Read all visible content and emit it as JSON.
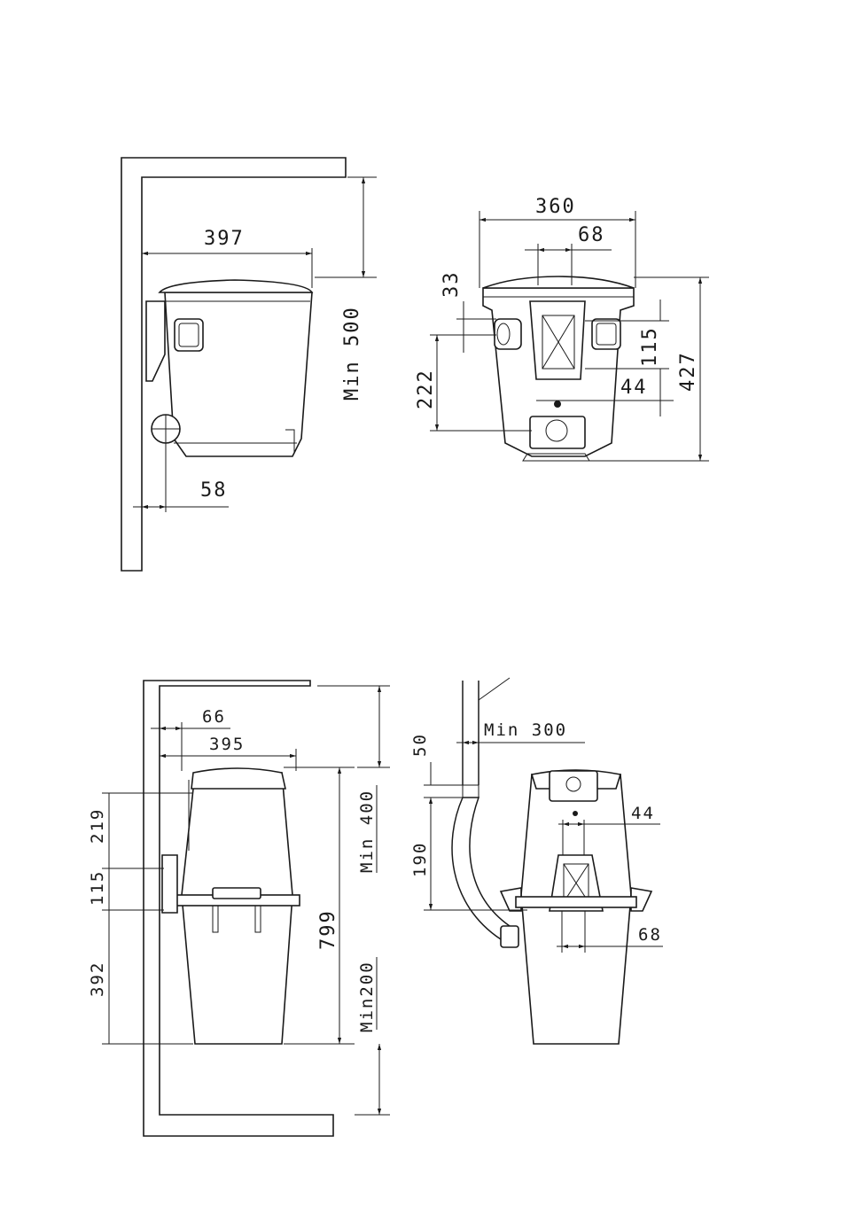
{
  "view_top_side": {
    "width_397": "397",
    "offset_58": "58",
    "clearance_min_500": "Min 500"
  },
  "view_top_front": {
    "width_360": "360",
    "inlet_68": "68",
    "top_33": "33",
    "inlet_115": "115",
    "inlet_44": "44",
    "height_427": "427",
    "height_222": "222"
  },
  "view_bottom_side": {
    "offset_66": "66",
    "width_395": "395",
    "height_219": "219",
    "height_115": "115",
    "height_392": "392",
    "height_799": "799",
    "clearance_min_400": "Min 400",
    "clearance_min_200": "Min200"
  },
  "view_bottom_front": {
    "clearance_min_300": "Min 300",
    "pipe_50": "50",
    "pipe_190": "190",
    "outlet_44": "44",
    "outlet_68": "68"
  }
}
